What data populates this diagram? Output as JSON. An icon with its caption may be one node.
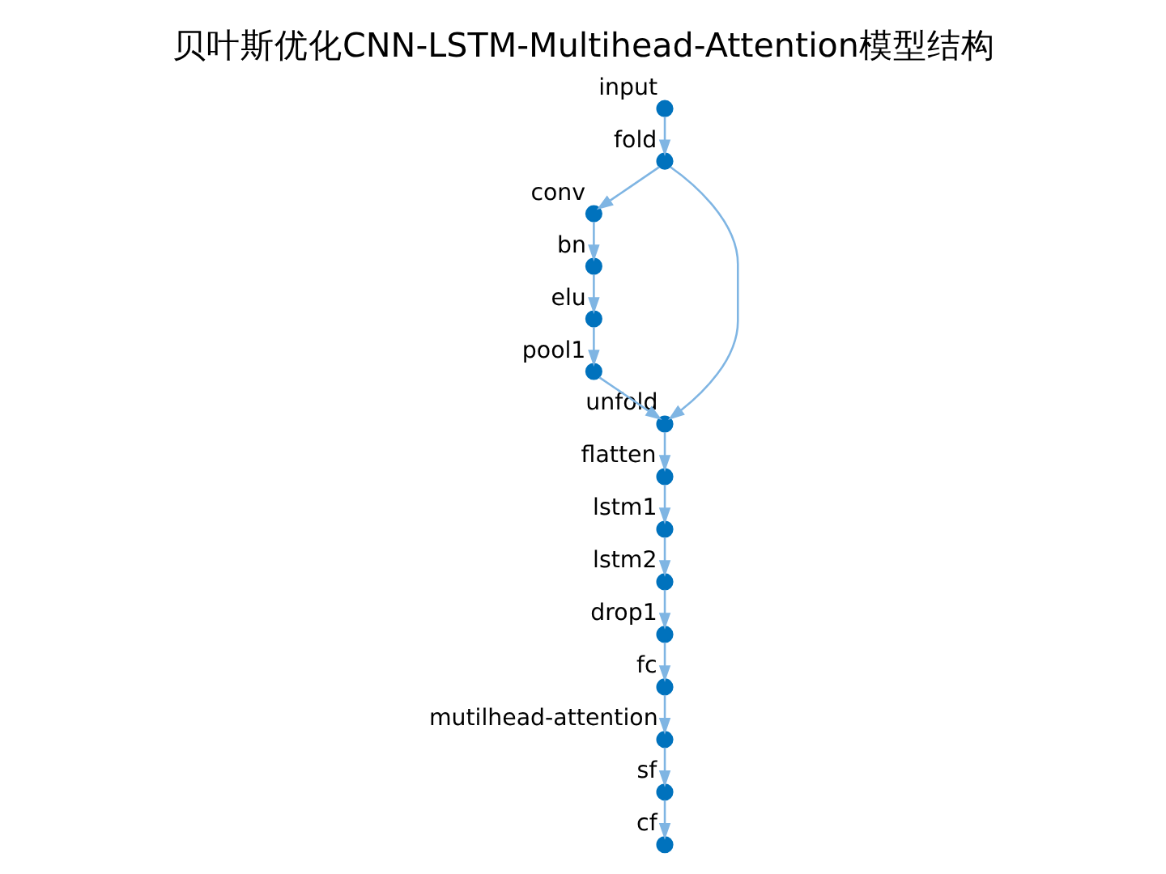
{
  "diagram": {
    "title": "贝叶斯优化CNN-LSTM-Multihead-Attention模型结构",
    "nodes": [
      {
        "text": [],
        "shape": "circle",
        "beside": [
          "input"
        ]
      },
      {
        "text": [],
        "shape": "circle",
        "beside": [
          "fold"
        ]
      },
      {
        "text": [],
        "shape": "circle",
        "beside": [
          "conv"
        ]
      },
      {
        "text": [],
        "shape": "circle",
        "beside": [
          "bn"
        ]
      },
      {
        "text": [],
        "shape": "circle",
        "beside": [
          "elu"
        ]
      },
      {
        "text": [],
        "shape": "circle",
        "beside": [
          "pool1"
        ]
      },
      {
        "text": [],
        "shape": "circle",
        "beside": [
          "unfold"
        ]
      },
      {
        "text": [],
        "shape": "circle",
        "beside": [
          "flatten"
        ]
      },
      {
        "text": [],
        "shape": "circle",
        "beside": [
          "lstm1"
        ]
      },
      {
        "text": [],
        "shape": "circle",
        "beside": [
          "lstm2"
        ]
      },
      {
        "text": [],
        "shape": "circle",
        "beside": [
          "drop1"
        ]
      },
      {
        "text": [],
        "shape": "circle",
        "beside": [
          "fc"
        ]
      },
      {
        "text": [],
        "shape": "circle",
        "beside": [
          "mutilhead-attention"
        ]
      },
      {
        "text": [],
        "shape": "circle",
        "beside": [
          "sf"
        ]
      },
      {
        "text": [],
        "shape": "circle",
        "beside": [
          "cf"
        ]
      }
    ],
    "edges": [
      {
        "from": 0,
        "to": 1,
        "arrow": "to"
      },
      {
        "from": 1,
        "to": 2,
        "arrow": "to"
      },
      {
        "from": 1,
        "to": 6,
        "arrow": "to"
      },
      {
        "from": 2,
        "to": 3,
        "arrow": "to"
      },
      {
        "from": 3,
        "to": 4,
        "arrow": "to"
      },
      {
        "from": 4,
        "to": 5,
        "arrow": "to"
      },
      {
        "from": 5,
        "to": 6,
        "arrow": "to"
      },
      {
        "from": 6,
        "to": 7,
        "arrow": "to"
      },
      {
        "from": 7,
        "to": 8,
        "arrow": "to"
      },
      {
        "from": 8,
        "to": 9,
        "arrow": "to"
      },
      {
        "from": 9,
        "to": 10,
        "arrow": "to"
      },
      {
        "from": 10,
        "to": 11,
        "arrow": "to"
      },
      {
        "from": 11,
        "to": 12,
        "arrow": "to"
      },
      {
        "from": 12,
        "to": 13,
        "arrow": "to"
      },
      {
        "from": 13,
        "to": 14,
        "arrow": "to"
      }
    ]
  }
}
